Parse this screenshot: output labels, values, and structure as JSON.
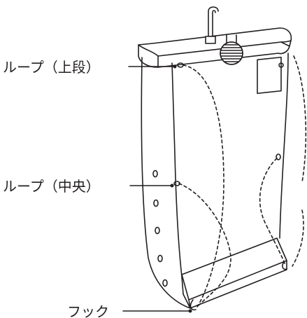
{
  "labels": {
    "loop_upper": "ループ（上段）",
    "loop_middle": "ループ（中央）",
    "hook": "フック"
  },
  "colors": {
    "line": "#231f20",
    "background": "#ffffff"
  }
}
